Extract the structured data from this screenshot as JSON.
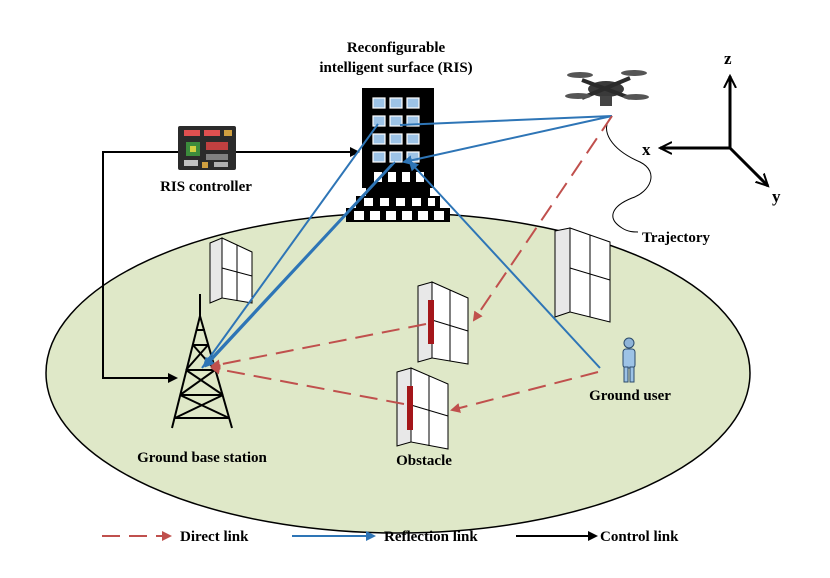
{
  "labels": {
    "ris_line1": "Reconfigurable",
    "ris_line2": "intelligent surface (RIS)",
    "ris_controller": "RIS controller",
    "trajectory": "Trajectory",
    "ground_base_station": "Ground base station",
    "obstacle": "Obstacle",
    "ground_user": "Ground user"
  },
  "axes": {
    "x": "x",
    "y": "y",
    "z": "z"
  },
  "legend": {
    "direct": "Direct link",
    "reflection": "Reflection link",
    "control": "Control link"
  },
  "colors": {
    "ground": "#dfe8c8",
    "direct_link": "#c0504d",
    "reflection_link": "#2e75b6",
    "control_link": "#000000",
    "ris_panel": "#9dc3e6",
    "obstacle_bar": "#a4161a"
  }
}
